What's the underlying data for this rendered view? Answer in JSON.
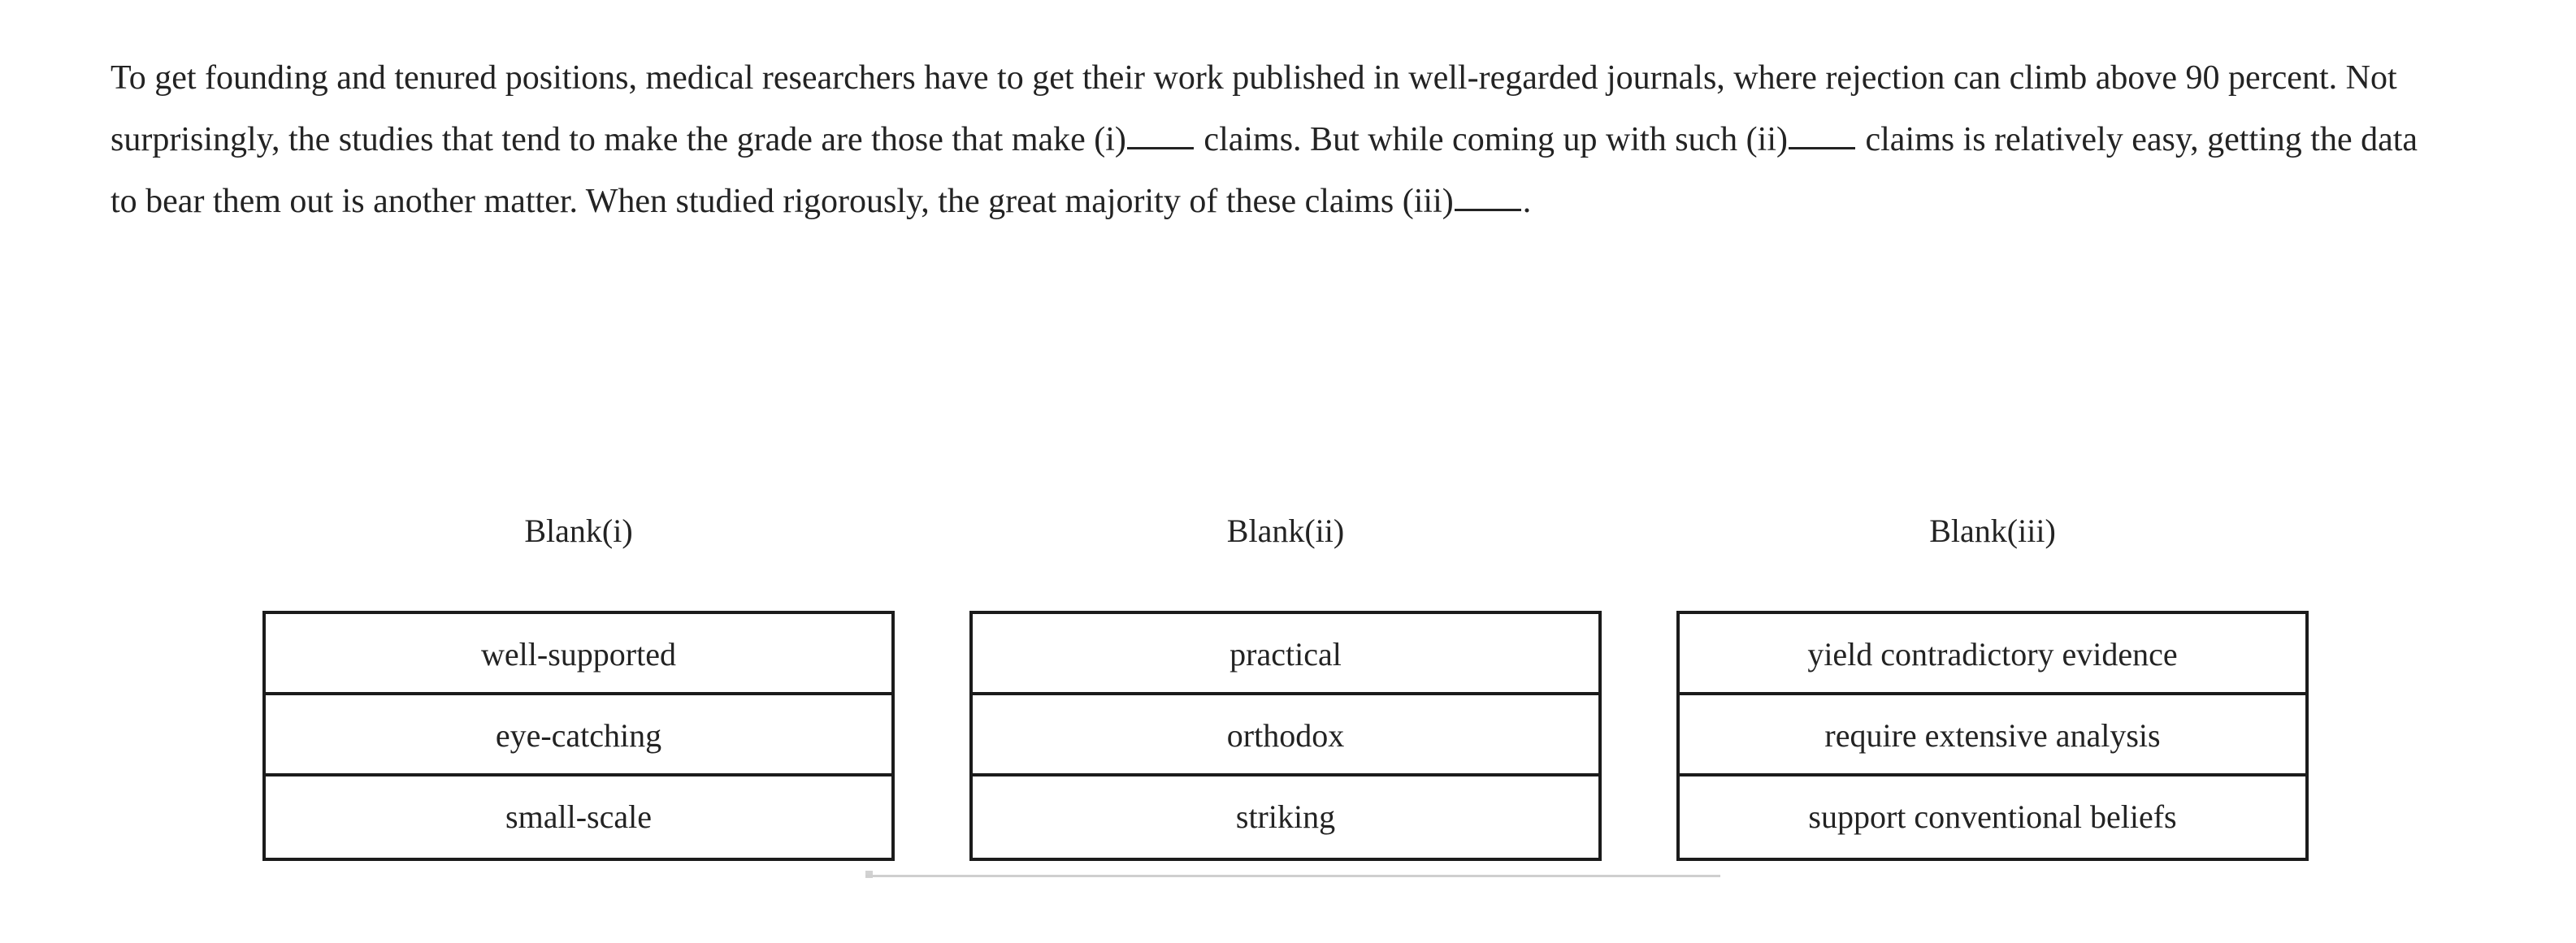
{
  "passage": {
    "segment_1": "To get founding and tenured positions, medical researchers have to get their work published in well-regarded journals, where rejection can climb above 90 percent. Not surprisingly, the studies that tend to make the grade are those that make (i)",
    "segment_2": " claims. But while coming up with such (ii)",
    "segment_3": " claims is relatively easy, getting the data to bear them out is another matter. When studied rigorously, the great majority of these claims (iii)",
    "segment_4": "."
  },
  "columns": [
    {
      "header": "Blank(i)",
      "options": [
        "well-supported",
        "eye-catching",
        "small-scale"
      ]
    },
    {
      "header": "Blank(ii)",
      "options": [
        "practical",
        "orthodox",
        "striking"
      ]
    },
    {
      "header": "Blank(iii)",
      "options": [
        "yield contradictory evidence",
        "require extensive analysis",
        "support conventional beliefs"
      ]
    }
  ],
  "colors": {
    "text": "#232323",
    "border": "#1b1b1b",
    "background": "#ffffff",
    "faint_rule": "#cfcfcf"
  }
}
